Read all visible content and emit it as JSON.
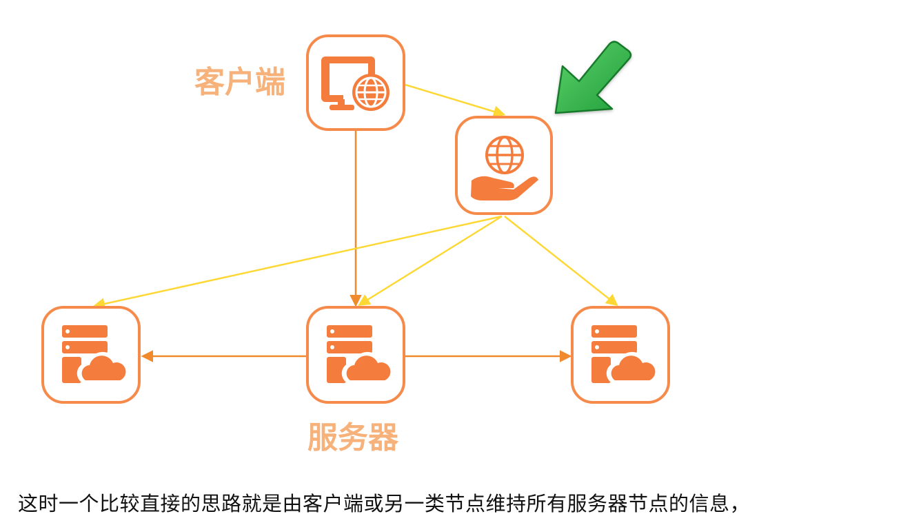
{
  "labels": {
    "client": "客户端",
    "servers": "服务器"
  },
  "caption": "这时一个比较直接的思路就是由客户端或另一类节点维持所有服务器节点的信息，",
  "icons": {
    "client": "computer-globe-icon",
    "coordinator": "hand-globe-icon",
    "server": "server-cloud-icon",
    "pointer": "green-arrow-icon"
  },
  "colors": {
    "node_border": "#f58a4b",
    "icon": "#f47c3c",
    "label": "#f6b27a",
    "edge_client": "#f08a2c",
    "edge_coordinator": "#fdd835",
    "pointer_arrow": "#2bb24c"
  }
}
